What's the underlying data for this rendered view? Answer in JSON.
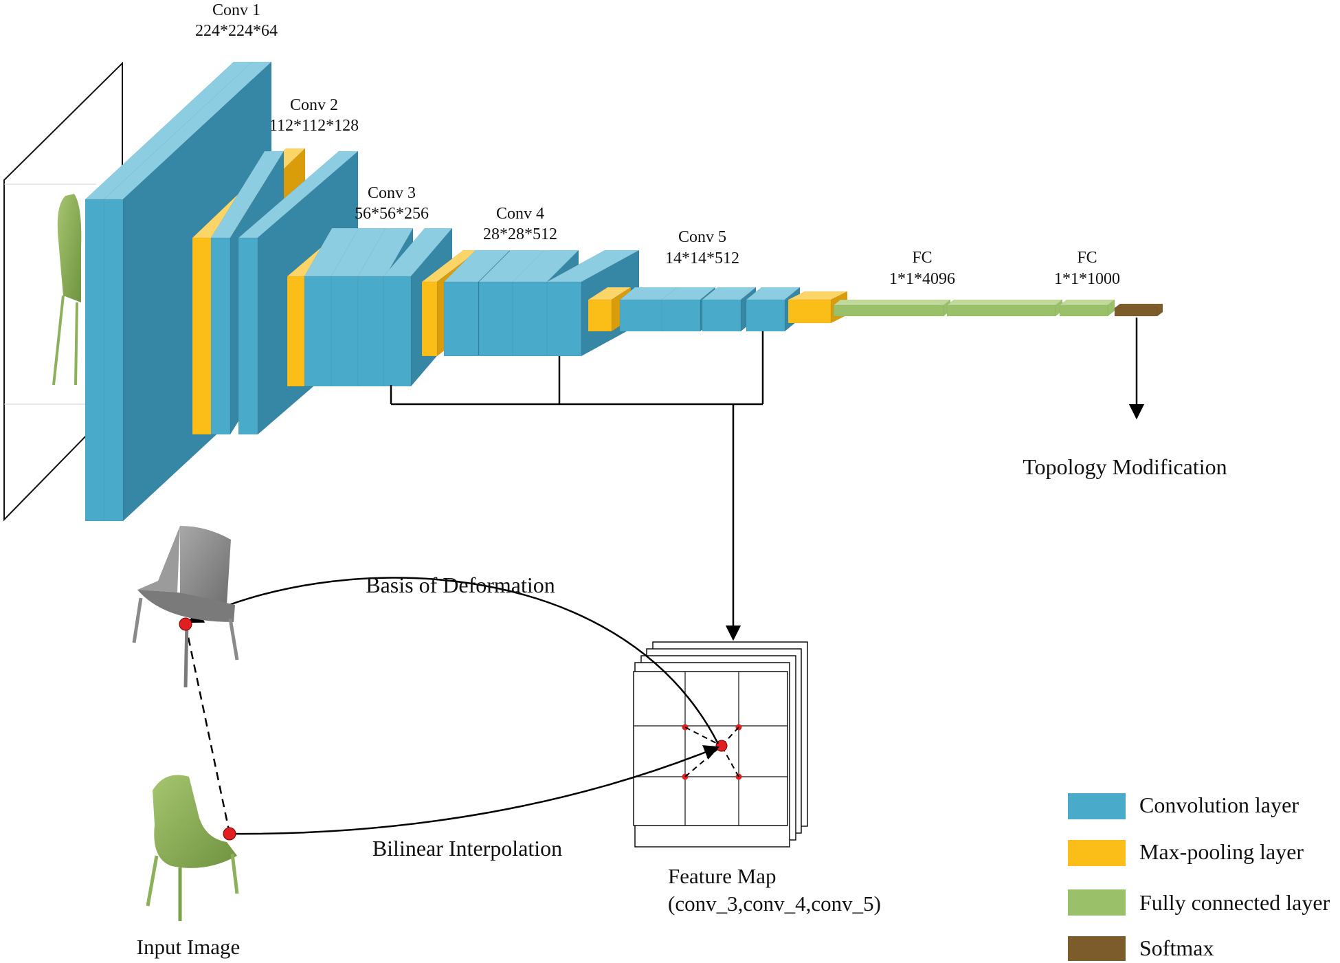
{
  "network": {
    "layers": [
      {
        "name": "Conv 1",
        "dims": "224*224*64"
      },
      {
        "name": "Conv 2",
        "dims": "112*112*128"
      },
      {
        "name": "Conv 3",
        "dims": "56*56*256"
      },
      {
        "name": "Conv 4",
        "dims": "28*28*512"
      },
      {
        "name": "Conv 5",
        "dims": "14*14*512"
      },
      {
        "name": "FC",
        "dims": "1*1*4096"
      },
      {
        "name": "FC",
        "dims": "1*1*1000"
      }
    ],
    "output_label": "Topology Modification"
  },
  "lower": {
    "basis_label": "Basis of Deformation",
    "bilinear_label": "Bilinear Interpolation",
    "feature_map_label": "Feature Map",
    "feature_map_sub": "(conv_3,conv_4,conv_5)",
    "input_label": "Input Image"
  },
  "legend": [
    {
      "label": "Convolution layer",
      "color": "#4aaac9"
    },
    {
      "label": "Max-pooling layer",
      "color": "#fbbd17"
    },
    {
      "label": "Fully connected layer",
      "color": "#9bc06a"
    },
    {
      "label": "Softmax",
      "color": "#7c5c2a"
    }
  ],
  "colors": {
    "conv_front": "#4aaac9",
    "conv_side": "#3587a5",
    "conv_top": "#8ccde2",
    "pool_front": "#fbbd17",
    "pool_side": "#d99d0b",
    "pool_top": "#fcd568",
    "fc_front": "#9bc06a",
    "fc_top": "#c0d99a",
    "softmax": "#7c5c2a",
    "chair_green": "#8db05a",
    "chair_gray": "#8f8f8f",
    "point_red": "#e02020"
  }
}
